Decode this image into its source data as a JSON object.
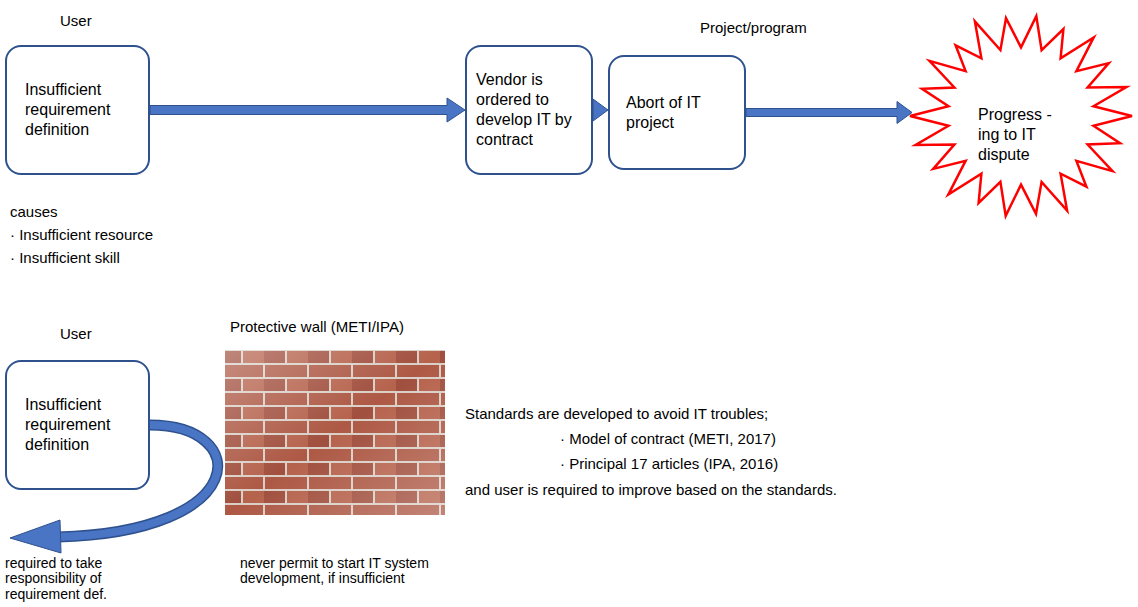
{
  "diagram": {
    "nodes": [
      {
        "text": [
          "User",
          "Insufficient requirement definition"
        ]
      },
      {
        "text": [
          "Vendor is ordered to develop IT by contract"
        ]
      },
      {
        "text": [
          "Project/program",
          "Abort of IT project"
        ]
      },
      {
        "text": [
          "Progress -ing to IT dispute"
        ]
      },
      {
        "text": [
          "User",
          "Insufficient requirement definition"
        ]
      }
    ],
    "edges": [
      {
        "from": 0,
        "to": 1,
        "arrow": "to"
      },
      {
        "from": 1,
        "to": 2,
        "arrow": "to"
      },
      {
        "from": 2,
        "to": 3,
        "arrow": "to"
      }
    ],
    "labels": [
      "causes",
      "· Insufficient resource",
      "· Insufficient skill",
      "Protective wall (METI/IPA)",
      "Standards are developed to avoid IT troubles;",
      "· Model of contract (METI, 2017)",
      "· Principal 17 articles (IPA, 2016)",
      "and user is required to improve based on the standards.",
      "required to take responsibility of requirement def.",
      "never permit to start IT system development, if insufficient"
    ]
  }
}
